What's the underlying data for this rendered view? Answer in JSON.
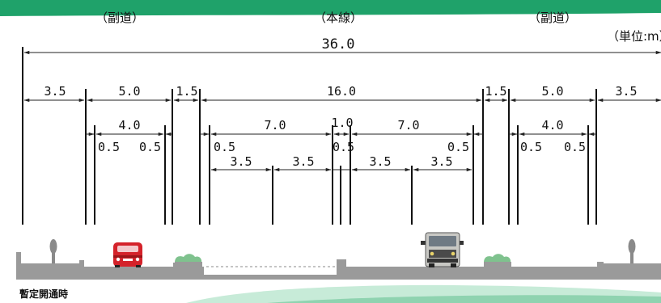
{
  "header": {
    "side_road_left": "（副道）",
    "main_line": "（本線）",
    "side_road_right": "（副道）",
    "unit": "（単位:m）"
  },
  "dimensions": {
    "total": "36.0",
    "row1": [
      "3.5",
      "5.0",
      "1.5",
      "16.0",
      "1.5",
      "5.0",
      "3.5"
    ],
    "left_sidewalk": {
      "inner": "4.0",
      "margin_left": "0.5",
      "margin_right": "0.5"
    },
    "right_sidewalk": {
      "inner": "4.0",
      "margin_left": "0.5",
      "margin_right": "0.5"
    },
    "main": {
      "roadway_left": "7.0",
      "median": "1.0",
      "roadway_right": "7.0",
      "shoulder_left": "0.5",
      "shoulder_median": "0.5",
      "shoulder_right": "0.5",
      "lanes": [
        "3.5",
        "3.5",
        "3.5",
        "3.5"
      ]
    }
  },
  "caption": "暫定開通時",
  "colors": {
    "header_bar": "#1fa26a",
    "road": "#9a9a9a",
    "car": "#d4222a",
    "truck": "#c8c8c4",
    "hedge": "#7fc28e",
    "swoosh": "#c7ebd8"
  }
}
